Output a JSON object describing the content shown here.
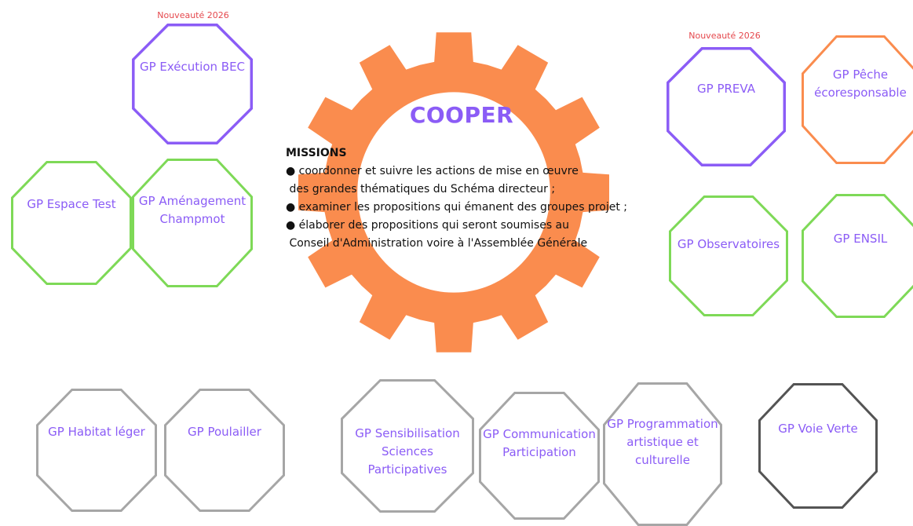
{
  "diagram": {
    "center": {
      "title": "COOPER",
      "missions_heading": "MISSIONS",
      "missions": [
        {
          "bullet": "●",
          "text": "coordonner et suivre les actions de mise en œuvre"
        },
        {
          "bullet": "",
          "text": "des grandes thématiques du Schéma directeur ;"
        },
        {
          "bullet": "●",
          "text": "examiner les propositions qui émanent des groupes projet ;"
        },
        {
          "bullet": "●",
          "text": "élaborer des propositions qui seront soumises au"
        },
        {
          "bullet": "",
          "text": "Conseil d'Administration voire à l'Assemblée Générale"
        }
      ],
      "gear_color": "#fa8c4e"
    },
    "tags": {
      "new_bec": "Nouveauté 2026",
      "new_preva": "Nouveauté 2026"
    },
    "groups": {
      "execution_bec": "GP Exécution BEC",
      "espace_test": "GP Espace Test",
      "amenagement": "GP Aménagement\nChampmot",
      "preva": "GP PREVA",
      "peche": "GP Pêche\nécoresponsable",
      "observatoires": "GP Observatoires",
      "ensil": "GP ENSIL",
      "habitat": "GP Habitat léger",
      "poulailler": "GP Poulailler",
      "sensibilisation": "GP Sensibilisation\nSciences\nParticipatives",
      "communication": "GP Communication\nParticipation",
      "programmation": "GP Programmation\nartistique et\nculturelle",
      "voie_verte": "GP Voie Verte"
    },
    "colors": {
      "purple": "#8b5cf6",
      "green": "#7ed957",
      "orange": "#fa8c4e",
      "gray": "#a6a6a6",
      "dark_gray": "#545454",
      "label": "#8b5cf6",
      "tag": "#e5484d"
    }
  }
}
